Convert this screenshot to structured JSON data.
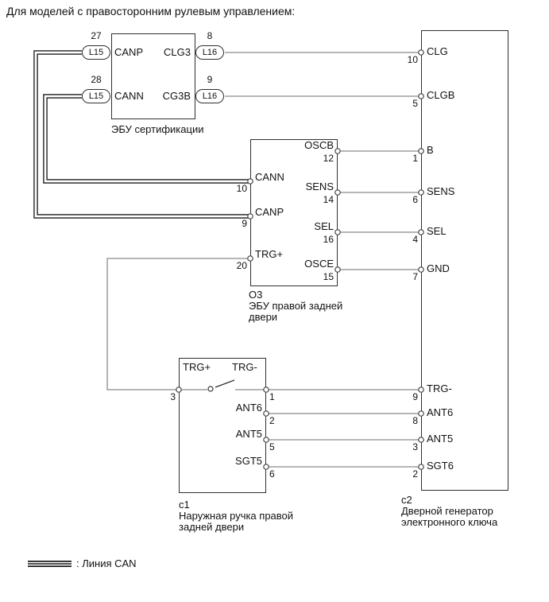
{
  "title": "Для моделей с правосторонним рулевым управлением:",
  "cert_ecu": {
    "label": "ЭБУ сертификации",
    "left_pins": [
      {
        "num": "27",
        "conn": "L15",
        "name": "CANP"
      },
      {
        "num": "28",
        "conn": "L15",
        "name": "CANN"
      }
    ],
    "right_pins": [
      {
        "num": "8",
        "conn": "L16",
        "name": "CLG3"
      },
      {
        "num": "9",
        "conn": "L16",
        "name": "CG3B"
      }
    ]
  },
  "door_ecu": {
    "code": "O3",
    "label_line1": "ЭБУ правой задней",
    "label_line2": "двери",
    "left_pins": [
      {
        "num": "10",
        "name": "CANN"
      },
      {
        "num": "9",
        "name": "CANP"
      },
      {
        "num": "20",
        "name": "TRG+"
      }
    ],
    "right_pins": [
      {
        "num": "12",
        "name": "OSCB"
      },
      {
        "num": "14",
        "name": "SENS"
      },
      {
        "num": "16",
        "name": "SEL"
      },
      {
        "num": "15",
        "name": "OSCE"
      }
    ]
  },
  "handle": {
    "code": "c1",
    "label_line1": "Наружная ручка правой",
    "label_line2": "задней двери",
    "switch_left": {
      "num": "3",
      "name": "TRG+"
    },
    "switch_right": {
      "num": "1",
      "name": "TRG-"
    },
    "right_pins": [
      {
        "num": "2",
        "name": "ANT6"
      },
      {
        "num": "5",
        "name": "ANT5"
      },
      {
        "num": "6",
        "name": "SGT5"
      }
    ]
  },
  "generator": {
    "code": "c2",
    "label_line1": "Дверной генератор",
    "label_line2": "электронного ключа",
    "pins": [
      {
        "num": "10",
        "name": "CLG"
      },
      {
        "num": "5",
        "name": "CLGB"
      },
      {
        "num": "1",
        "name": "B"
      },
      {
        "num": "6",
        "name": "SENS"
      },
      {
        "num": "4",
        "name": "SEL"
      },
      {
        "num": "7",
        "name": "GND"
      },
      {
        "num": "9",
        "name": "TRG-"
      },
      {
        "num": "8",
        "name": "ANT6"
      },
      {
        "num": "3",
        "name": "ANT5"
      },
      {
        "num": "2",
        "name": "SGT6"
      }
    ]
  },
  "legend": {
    "label": ": Линия CAN"
  },
  "colors": {
    "wire": "#8a8a8a",
    "outline": "#2f2f2f",
    "can": "#1a1a1a"
  }
}
